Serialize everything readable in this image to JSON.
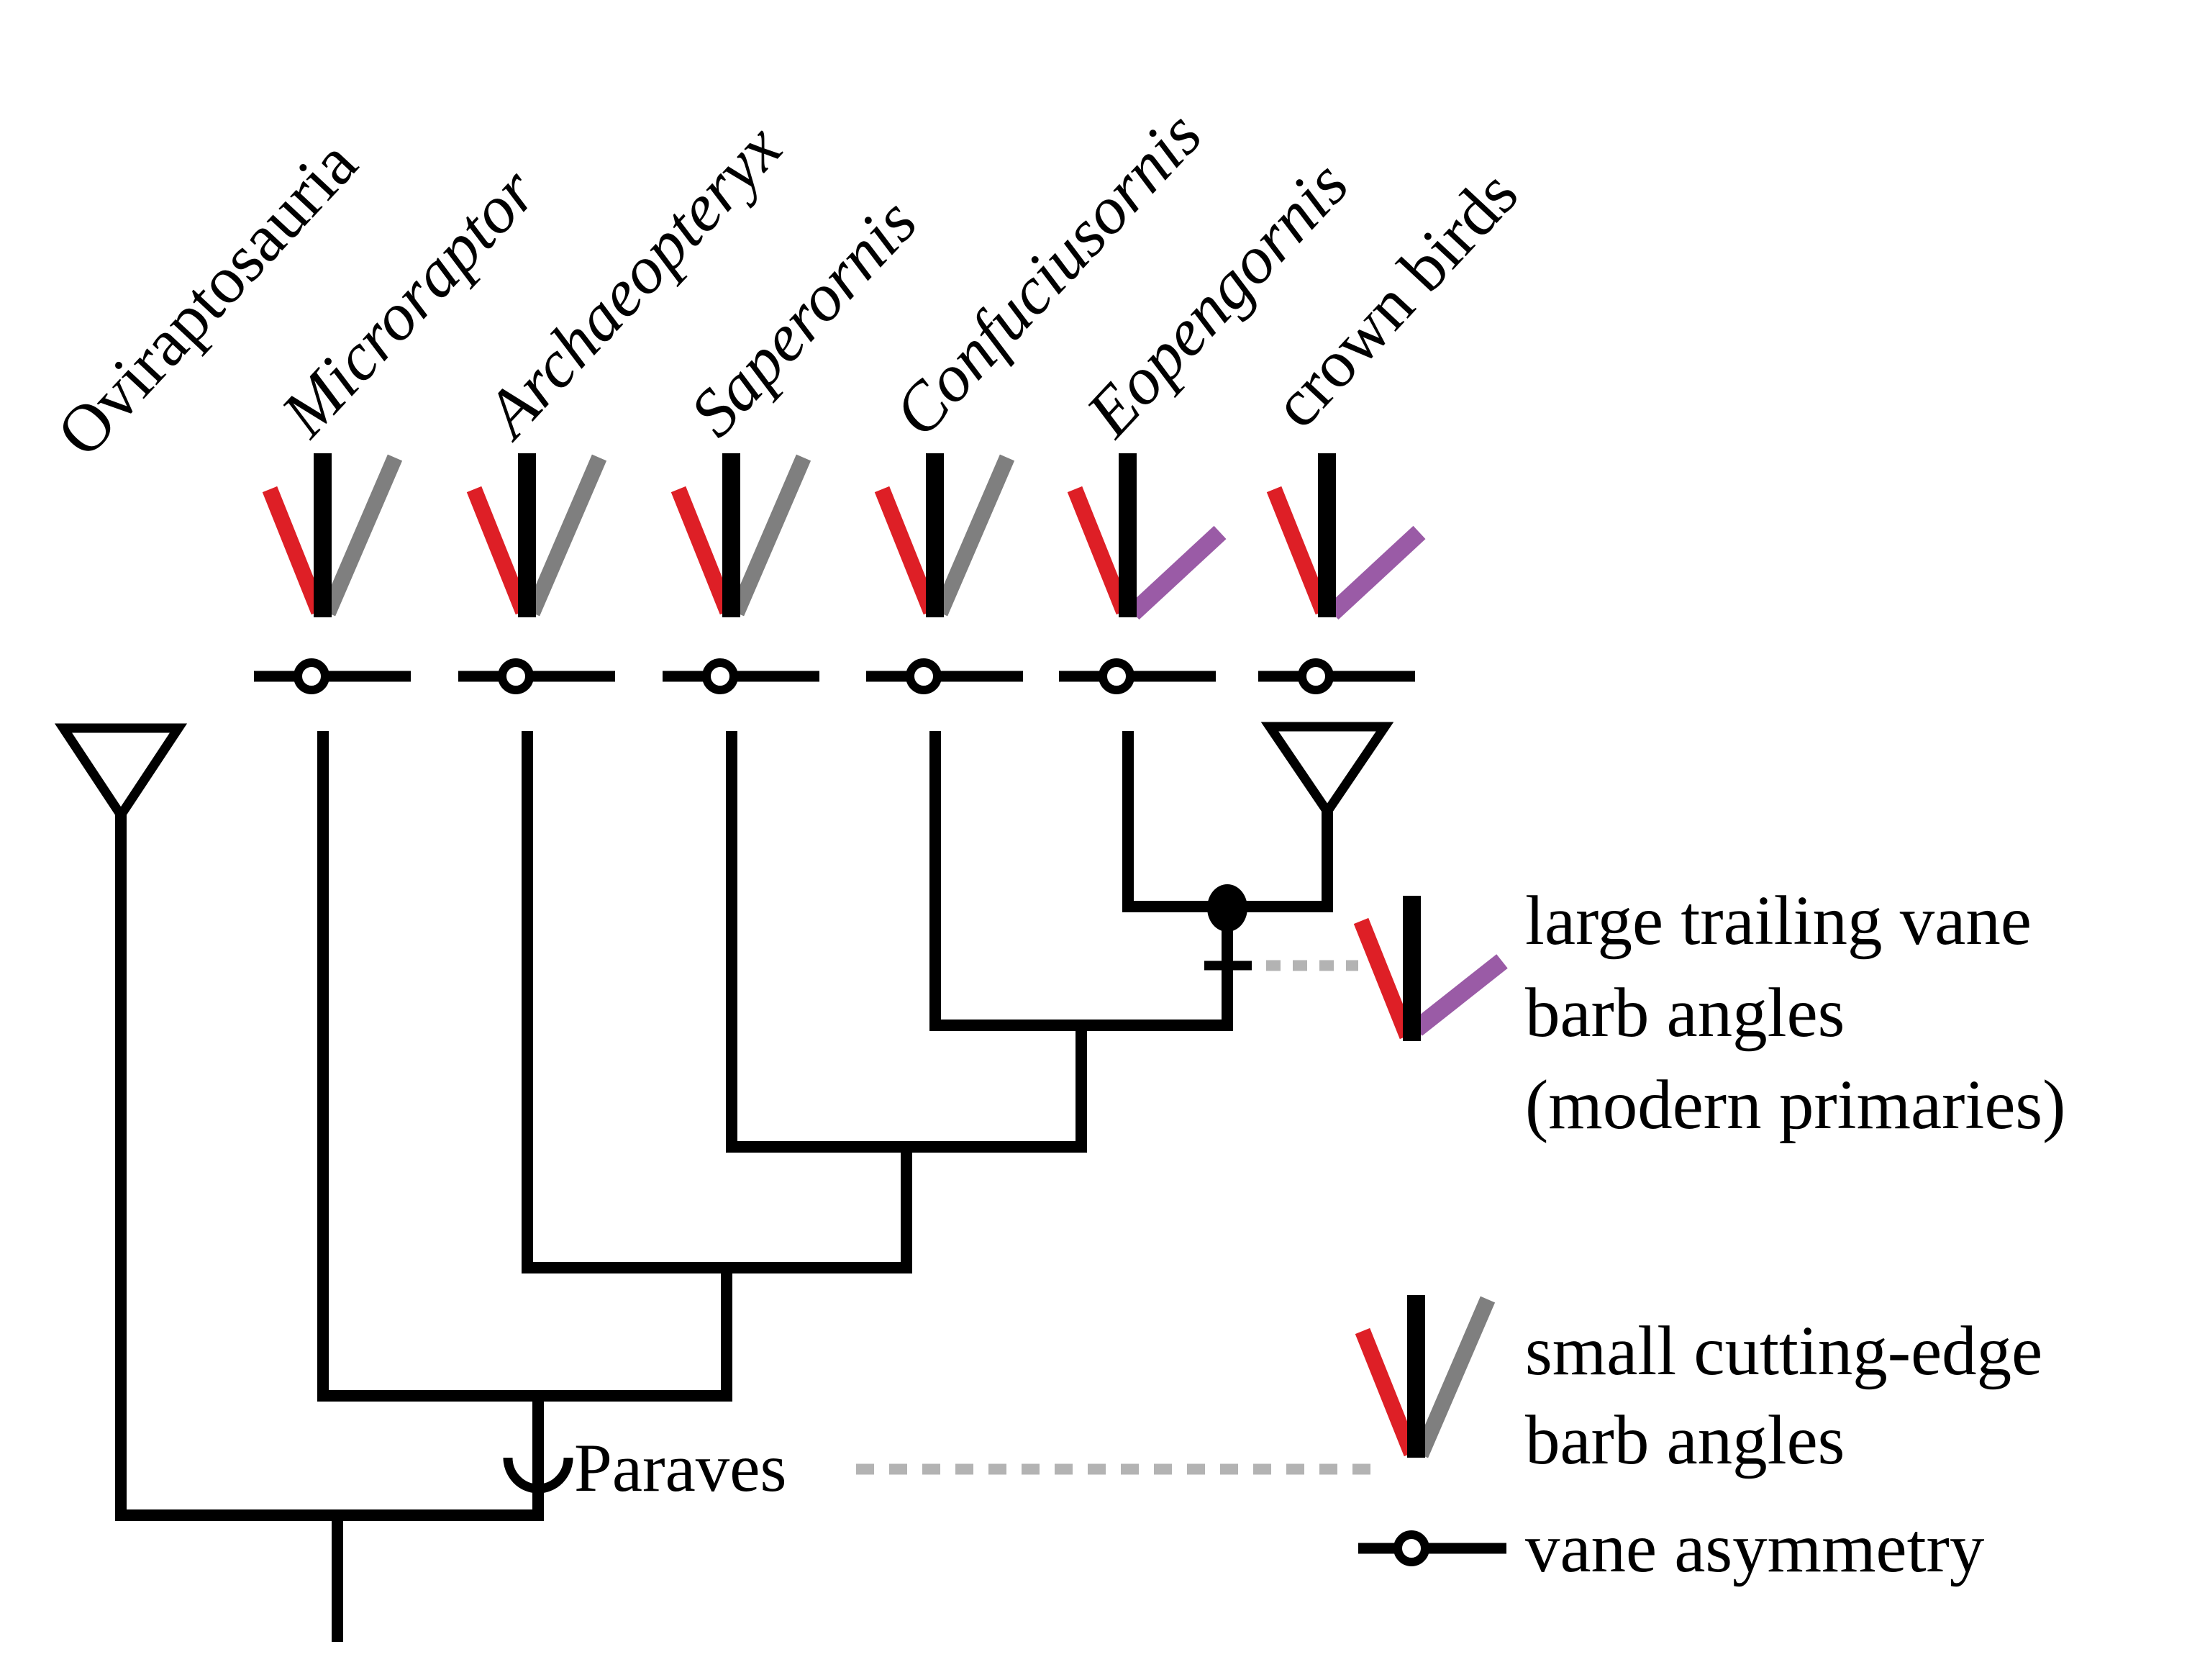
{
  "figure": {
    "kind": "cladogram",
    "subject": "feather barb angle evolution across paravian phylogeny"
  },
  "taxa": [
    {
      "label": "Oviraptosauria",
      "style": "regular",
      "collapsed_clade": true,
      "feather": null,
      "vane_asymmetry_mark": false
    },
    {
      "label": "Microraptor",
      "style": "italic",
      "collapsed_clade": false,
      "feather": "red-black-gray",
      "vane_asymmetry_mark": true
    },
    {
      "label": "Archaeopteryx",
      "style": "italic",
      "collapsed_clade": false,
      "feather": "red-black-gray",
      "vane_asymmetry_mark": true
    },
    {
      "label": "Saperornis",
      "style": "italic",
      "collapsed_clade": false,
      "feather": "red-black-gray",
      "vane_asymmetry_mark": true
    },
    {
      "label": "Confuciusornis",
      "style": "italic",
      "collapsed_clade": false,
      "feather": "red-black-gray",
      "vane_asymmetry_mark": true
    },
    {
      "label": "Eopengornis",
      "style": "italic",
      "collapsed_clade": false,
      "feather": "red-black-purple",
      "vane_asymmetry_mark": true
    },
    {
      "label": "crown birds",
      "style": "regular",
      "collapsed_clade": true,
      "feather": "red-black-purple",
      "vane_asymmetry_mark": true
    }
  ],
  "clade_annotation": {
    "label": "Paraves"
  },
  "node_markers": {
    "filled_circle_node": "clade uniting Eopengornis and crown birds",
    "tick_mark": "character state change on stem"
  },
  "legend": {
    "items": [
      {
        "symbol": "feather-red-black-purple",
        "lines": [
          "large trailing vane",
          "barb angles",
          "(modern primaries)"
        ]
      },
      {
        "symbol": "feather-red-black-gray",
        "lines": [
          "small cutting-edge",
          "barb angles"
        ]
      },
      {
        "symbol": "vane-asymmetry-glyph",
        "lines": [
          "vane asymmetry"
        ]
      }
    ]
  },
  "colors": {
    "red": "#de1f26",
    "gray": "#7f7f7f",
    "purple": "#9a5ba6",
    "dotted_gray": "#b3b3b3",
    "black": "#000000"
  }
}
